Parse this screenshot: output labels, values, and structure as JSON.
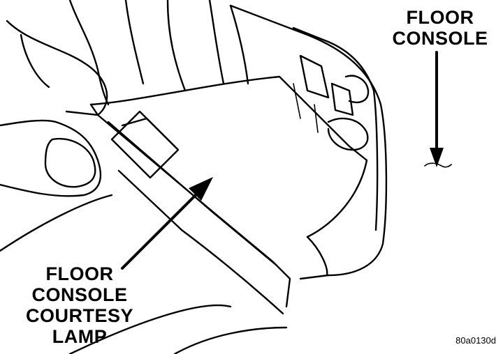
{
  "labels": {
    "floor_console": [
      "FLOOR",
      "CONSOLE"
    ],
    "courtesy_lamp": [
      "FLOOR",
      "CONSOLE",
      "COURTESY",
      "LAMP"
    ]
  },
  "figure_id": "80a0130d"
}
